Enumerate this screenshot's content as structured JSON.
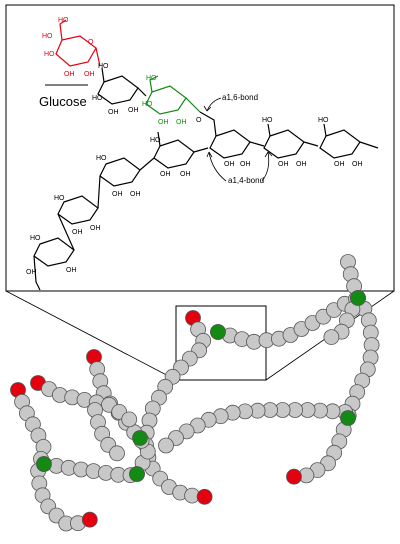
{
  "diagram": {
    "inset_label": "Glucose",
    "bond_labels": {
      "alpha16": "a1,6-bond",
      "alpha14": "a1,4-bond"
    },
    "atom_labels": {
      "hydroxyl": "OH",
      "hydroxymethyl": "HO",
      "ring_oxygen": "O"
    },
    "colors": {
      "glucose_highlight": "#e3000f",
      "branch_point": "#138a13",
      "residue": "#c8c8c8",
      "chain_end": "#e3000f",
      "line": "#000000"
    }
  }
}
